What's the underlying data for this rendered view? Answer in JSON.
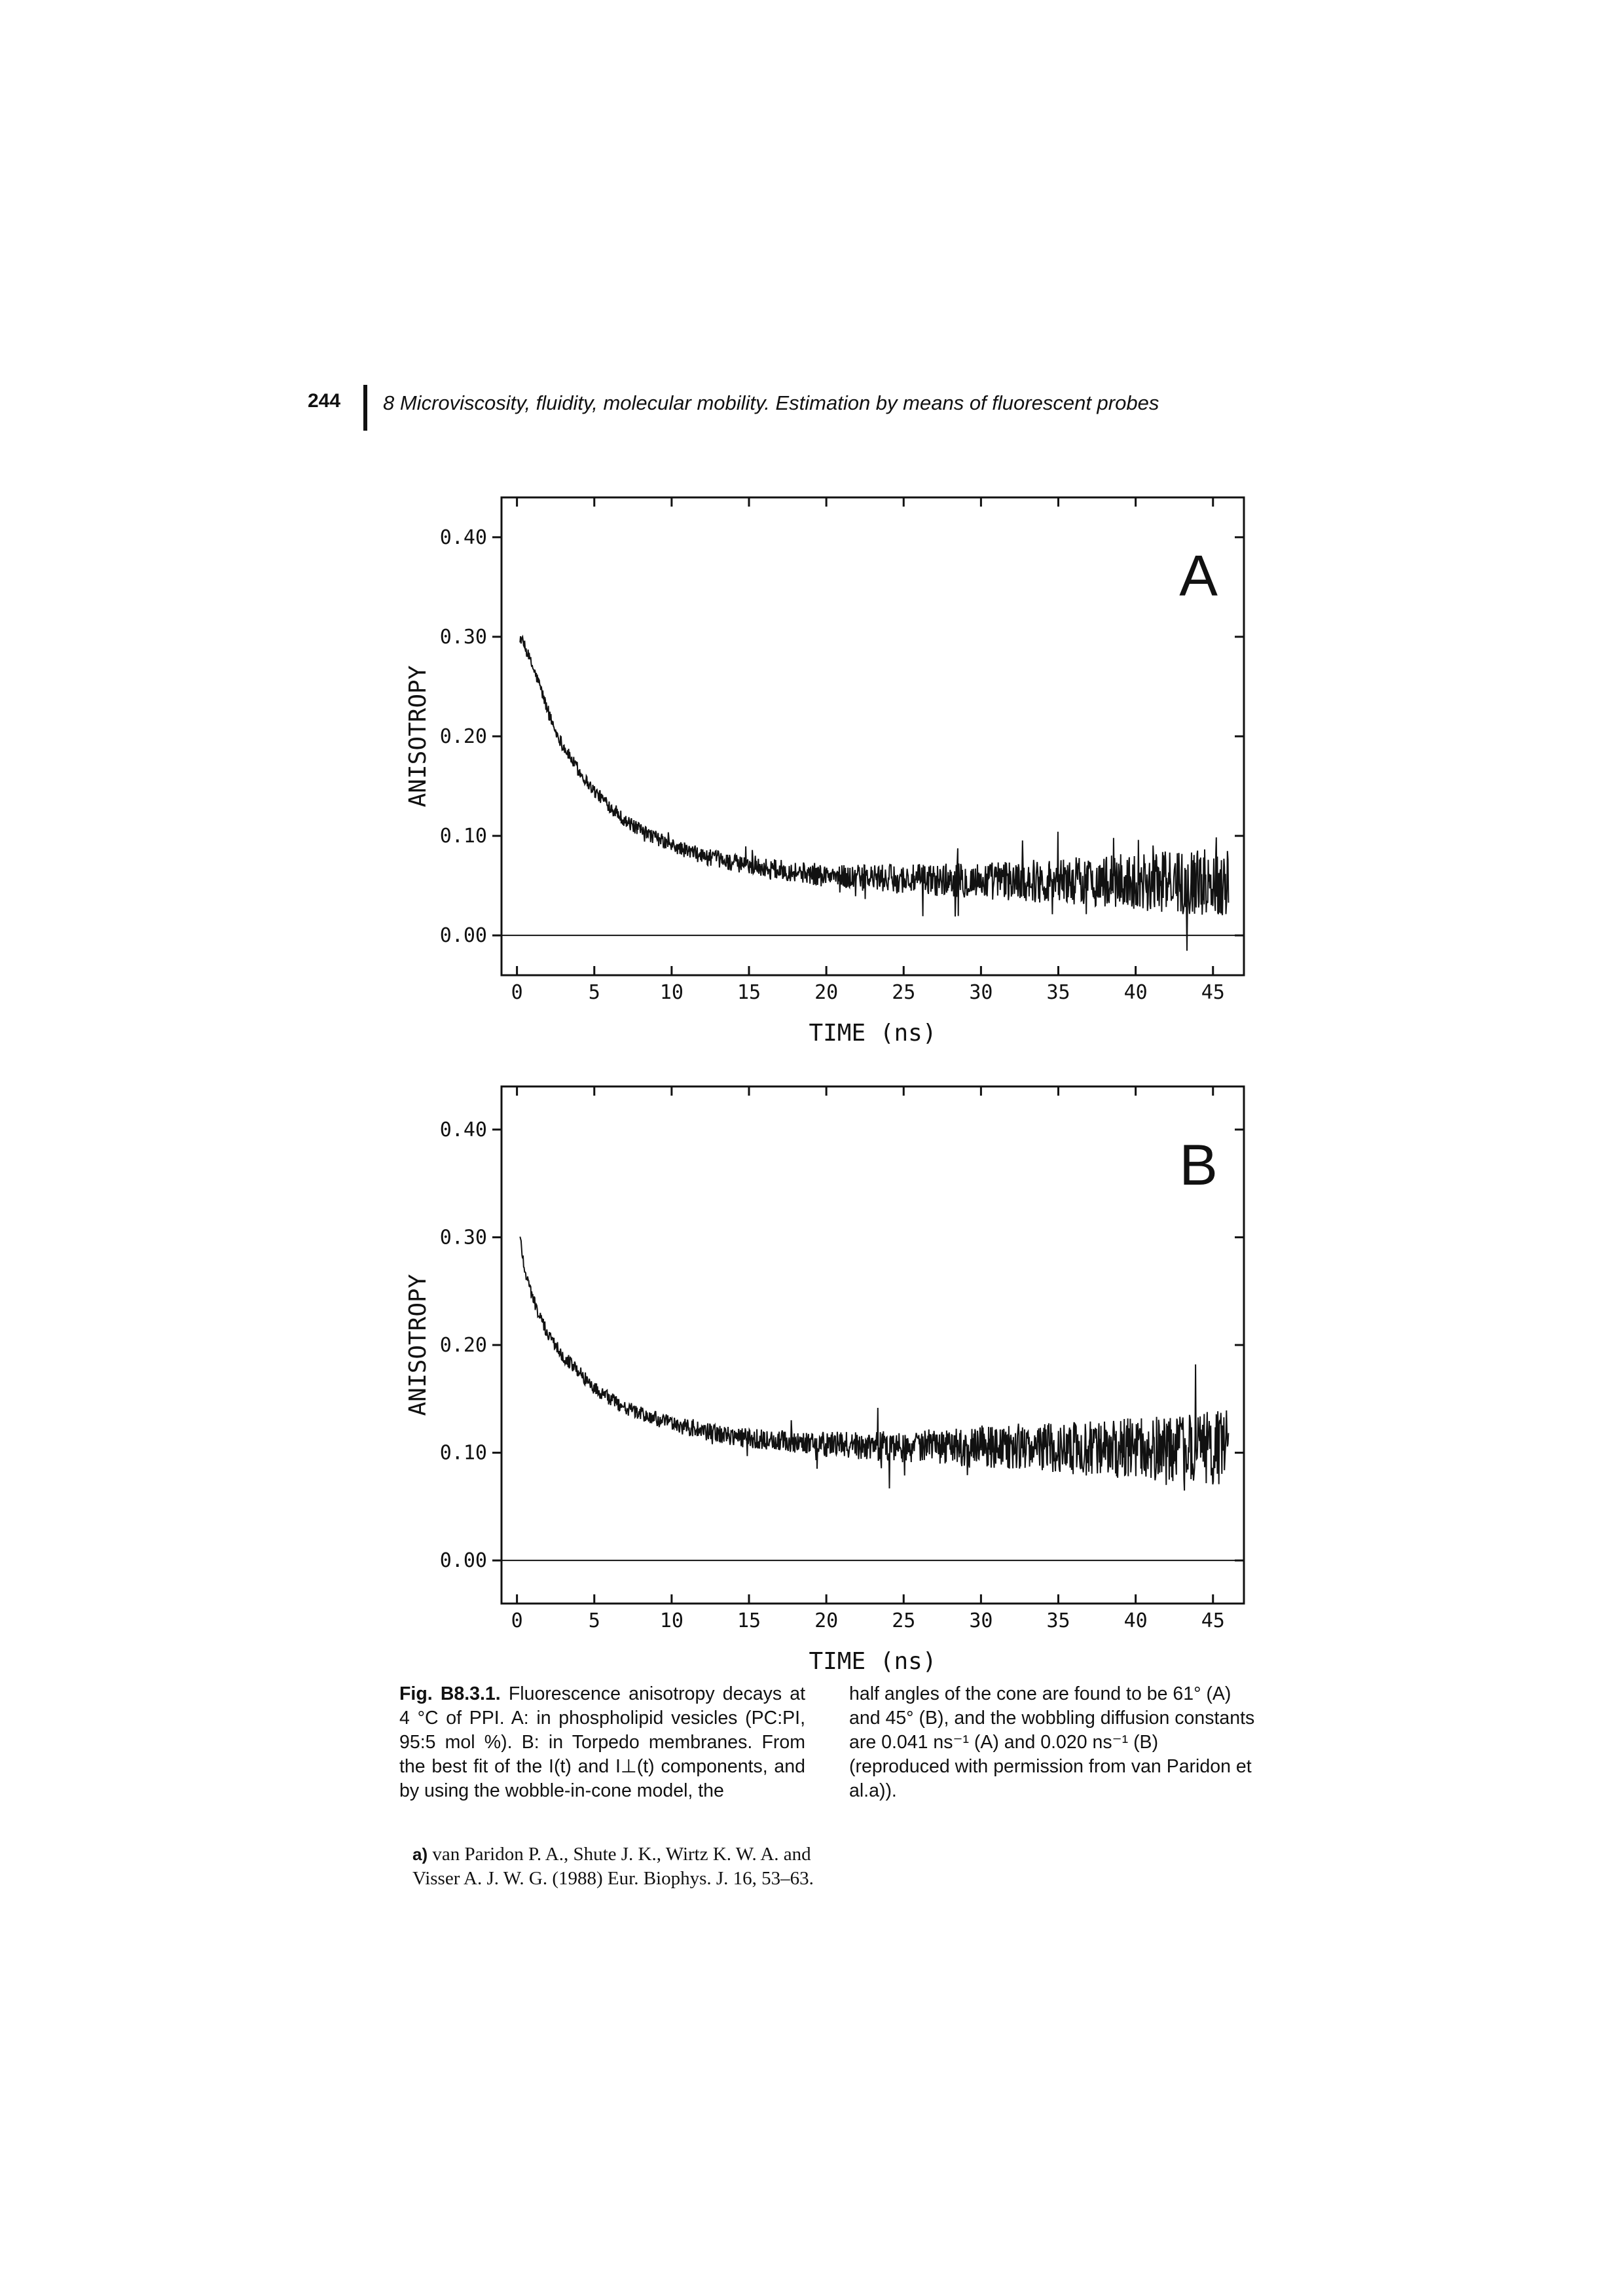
{
  "header": {
    "page_number": "244",
    "running_title": "8 Microviscosity, fluidity, molecular mobility. Estimation by means of fluorescent probes"
  },
  "chart_data": [
    {
      "type": "line",
      "panel_label": "A",
      "xlabel": "TIME (ns)",
      "ylabel": "ANISOTROPY",
      "xlim": [
        -1,
        47
      ],
      "ylim": [
        -0.04,
        0.44
      ],
      "x_ticks": [
        0,
        5,
        10,
        15,
        20,
        25,
        30,
        35,
        40,
        45
      ],
      "x_tick_labels": [
        "0",
        "5",
        "10",
        "15",
        "20",
        "25",
        "30",
        "35",
        "40",
        "45"
      ],
      "y_ticks": [
        0.0,
        0.1,
        0.2,
        0.3,
        0.4
      ],
      "y_tick_labels": [
        "0.00",
        "0.10",
        "0.20",
        "0.30",
        "0.40"
      ],
      "grid": false,
      "series": [
        {
          "x": [
            0.2,
            0.5,
            1,
            1.5,
            2,
            2.5,
            3,
            4,
            5,
            6,
            7,
            8,
            9,
            10,
            12,
            14,
            16,
            18,
            20,
            22,
            24,
            26,
            28,
            30,
            32,
            34,
            36,
            38,
            40,
            42,
            44,
            46
          ],
          "y": [
            0.3,
            0.29,
            0.27,
            0.25,
            0.225,
            0.205,
            0.19,
            0.165,
            0.145,
            0.13,
            0.115,
            0.105,
            0.098,
            0.09,
            0.08,
            0.073,
            0.068,
            0.064,
            0.06,
            0.058,
            0.057,
            0.056,
            0.056,
            0.055,
            0.055,
            0.055,
            0.055,
            0.054,
            0.054,
            0.054,
            0.054,
            0.054
          ]
        }
      ]
    },
    {
      "type": "line",
      "panel_label": "B",
      "xlabel": "TIME (ns)",
      "ylabel": "ANISOTROPY",
      "xlim": [
        -1,
        47
      ],
      "ylim": [
        -0.04,
        0.44
      ],
      "x_ticks": [
        0,
        5,
        10,
        15,
        20,
        25,
        30,
        35,
        40,
        45
      ],
      "x_tick_labels": [
        "0",
        "5",
        "10",
        "15",
        "20",
        "25",
        "30",
        "35",
        "40",
        "45"
      ],
      "y_ticks": [
        0.0,
        0.1,
        0.2,
        0.3,
        0.4
      ],
      "y_tick_labels": [
        "0.00",
        "0.10",
        "0.20",
        "0.30",
        "0.40"
      ],
      "grid": false,
      "series": [
        {
          "x": [
            0.2,
            0.5,
            1,
            1.5,
            2,
            3,
            4,
            5,
            6,
            7,
            8,
            9,
            10,
            12,
            14,
            16,
            18,
            20,
            22,
            24,
            26,
            28,
            30,
            32,
            34,
            36,
            38,
            40,
            42,
            44,
            46
          ],
          "y": [
            0.3,
            0.27,
            0.245,
            0.225,
            0.21,
            0.19,
            0.175,
            0.16,
            0.15,
            0.142,
            0.136,
            0.131,
            0.127,
            0.12,
            0.115,
            0.112,
            0.11,
            0.108,
            0.107,
            0.106,
            0.106,
            0.105,
            0.105,
            0.105,
            0.105,
            0.104,
            0.104,
            0.104,
            0.104,
            0.104,
            0.104
          ]
        }
      ]
    }
  ],
  "caption": {
    "fig_label": "Fig. B8.3.1.",
    "left_text": "Fluorescence anisotropy decays at 4 °C of PPI. A: in phospholipid vesicles (PC:PI, 95:5 mol %). B: in Torpedo membranes. From the best fit of the I(t) and I⊥(t) components, and by using the wobble-in-cone model, the",
    "right_text": "half angles of the cone are found to be 61° (A) and 45° (B), and the wobbling diffusion constants are 0.041 ns⁻¹ (A) and 0.020 ns⁻¹ (B) (reproduced with permission from van Paridon et al.a))."
  },
  "reference": {
    "marker": "a)",
    "text": "van Paridon P. A., Shute J. K., Wirtz K. W. A. and Visser A. J. W. G. (1988) Eur. Biophys. J. 16, 53–63."
  }
}
